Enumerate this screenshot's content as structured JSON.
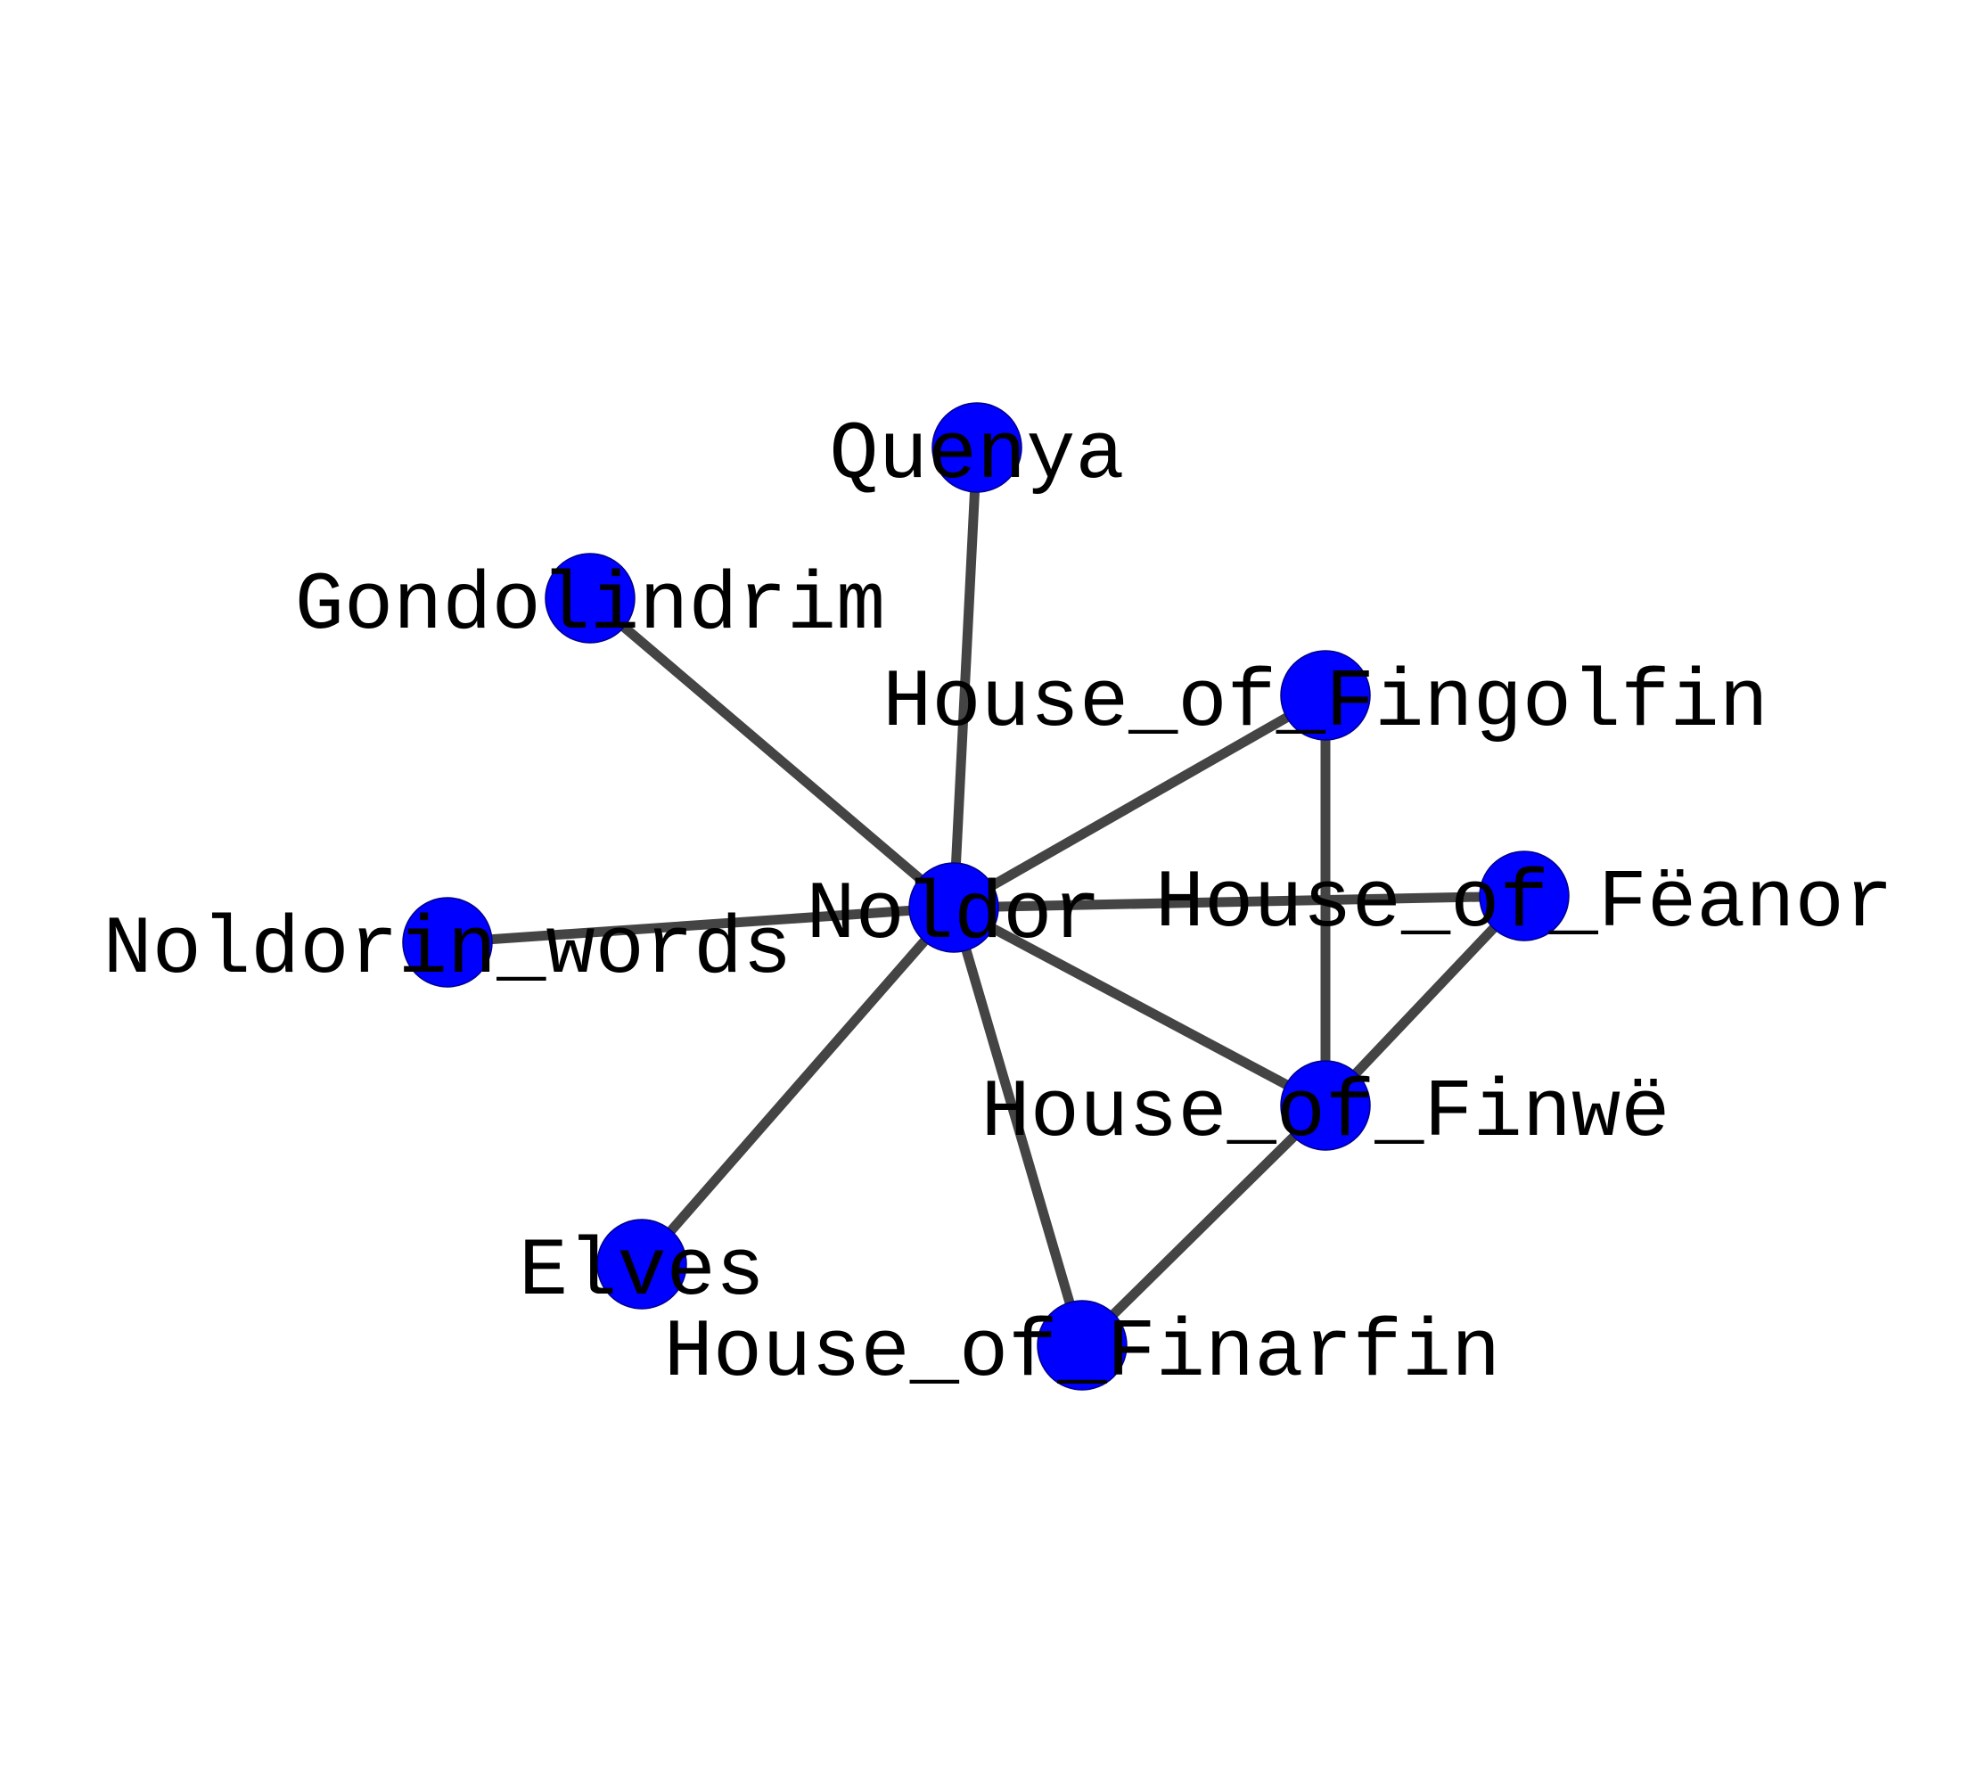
{
  "graph": {
    "node_color": "#0000ff",
    "edge_color": "#444444",
    "label_color": "#000000",
    "nodes": [
      {
        "id": "quenya",
        "label": "Quenya"
      },
      {
        "id": "gondolindrim",
        "label": "Gondolindrim"
      },
      {
        "id": "fingolfin",
        "label": "House_of_Fingolfin"
      },
      {
        "id": "noldor",
        "label": "Noldor"
      },
      {
        "id": "feanor",
        "label": "House_of_Fëanor"
      },
      {
        "id": "noldorin_words",
        "label": "Noldorin_words"
      },
      {
        "id": "finwe",
        "label": "House_of_Finwë"
      },
      {
        "id": "elves",
        "label": "Elves"
      },
      {
        "id": "finarfin",
        "label": "House_of_Finarfin"
      }
    ],
    "edges": [
      {
        "source": "noldor",
        "target": "quenya"
      },
      {
        "source": "noldor",
        "target": "gondolindrim"
      },
      {
        "source": "noldor",
        "target": "fingolfin"
      },
      {
        "source": "noldor",
        "target": "feanor"
      },
      {
        "source": "noldor",
        "target": "noldorin_words"
      },
      {
        "source": "noldor",
        "target": "finwe"
      },
      {
        "source": "noldor",
        "target": "elves"
      },
      {
        "source": "noldor",
        "target": "finarfin"
      },
      {
        "source": "fingolfin",
        "target": "finwe"
      },
      {
        "source": "feanor",
        "target": "finwe"
      },
      {
        "source": "finwe",
        "target": "finarfin"
      }
    ]
  }
}
